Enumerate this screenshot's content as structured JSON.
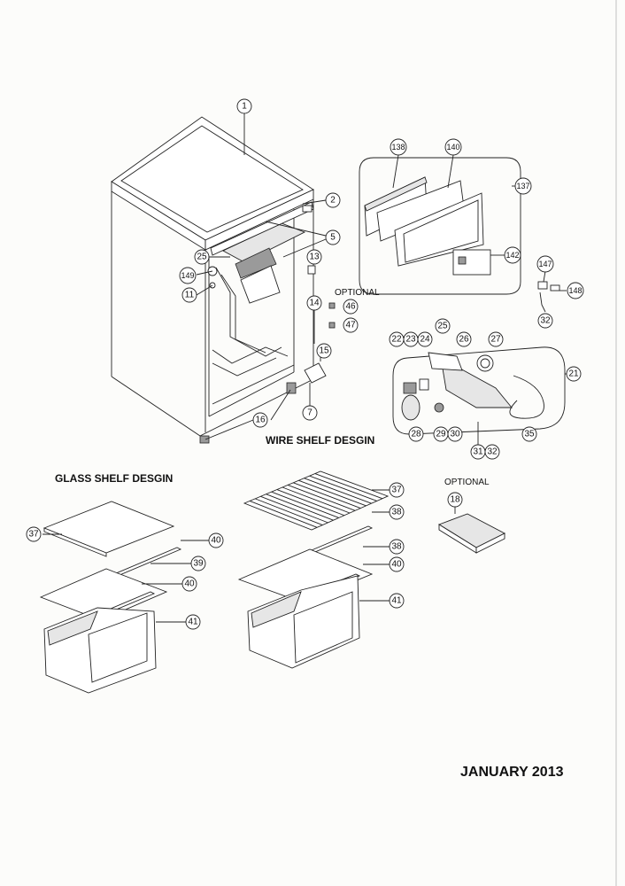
{
  "headings": {
    "wire_shelf": "WIRE SHELF DESGIN",
    "glass_shelf": "GLASS SHELF DESGIN",
    "optional_top": "OPTIONAL",
    "optional_right": "OPTIONAL",
    "date": "JANUARY 2013"
  },
  "callouts": {
    "c1": "1",
    "c2": "2",
    "c5": "5",
    "c25a": "25",
    "c149": "149",
    "c11": "11",
    "c13": "13",
    "c14": "14",
    "c15": "15",
    "c7": "7",
    "c16": "16",
    "c46": "46",
    "c47": "47",
    "c138": "138",
    "c140": "140",
    "c137": "137",
    "c142": "142",
    "c147": "147",
    "c148": "148",
    "c32a": "32",
    "c25b": "25",
    "c22": "22",
    "c23": "23",
    "c24": "24",
    "c26": "26",
    "c27": "27",
    "c21": "21",
    "c28": "28",
    "c29": "29",
    "c30": "30",
    "c35": "35",
    "c31": "31",
    "c32b": "32",
    "c18": "18",
    "g37": "37",
    "g40a": "40",
    "g39": "39",
    "g40b": "40",
    "g41": "41",
    "w37": "37",
    "w38a": "38",
    "w38b": "38",
    "w40": "40",
    "w41": "41"
  }
}
